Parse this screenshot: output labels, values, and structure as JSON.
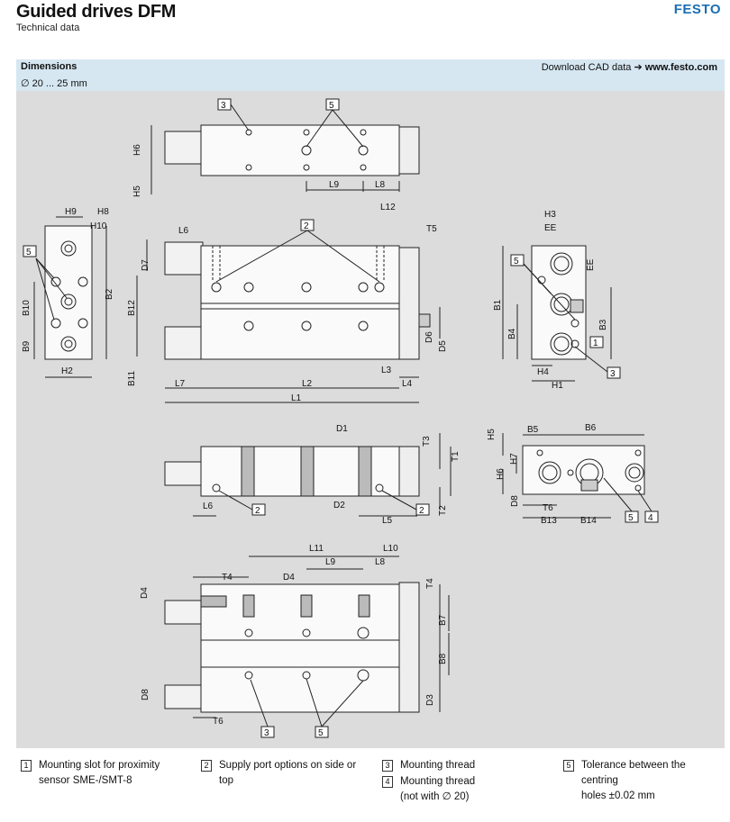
{
  "header": {
    "title": "Guided drives DFM",
    "subtitle": "Technical data",
    "logo": "FESTO"
  },
  "section": {
    "title": "Dimensions",
    "range": "∅ 20 ... 25 mm",
    "cad_prefix": "Download CAD data",
    "cad_url": "www.festo.com"
  },
  "dims": {
    "H6": "H6",
    "H5": "H5",
    "L9": "L9",
    "L8": "L8",
    "H9": "H9",
    "H8": "H8",
    "H10": "H10",
    "B10": "B10",
    "B9": "B9",
    "B2": "B2",
    "H2": "H2",
    "L6": "L6",
    "L12": "L12",
    "T5": "T5",
    "D7": "D7",
    "B12": "B12",
    "B11": "B11",
    "L7": "L7",
    "L2": "L2",
    "L1": "L1",
    "L3": "L3",
    "L4": "L4",
    "D6": "D6",
    "D5": "D5",
    "H3": "H3",
    "EE": "EE",
    "B1": "B1",
    "B4": "B4",
    "B3": "B3",
    "H4": "H4",
    "H1": "H1",
    "D1": "D1",
    "T3": "T3",
    "T1": "T1",
    "D2": "D2",
    "L5": "L5",
    "T2": "T2",
    "H7": "H7",
    "B5": "B5",
    "B6": "B6",
    "D8": "D8",
    "T6": "T6",
    "B13": "B13",
    "B14": "B14",
    "L11": "L11",
    "L10": "L10",
    "T4": "T4",
    "D4": "D4",
    "B7": "B7",
    "B8": "B8",
    "D3": "D3"
  },
  "callouts": {
    "c1": "1",
    "c2": "2",
    "c3": "3",
    "c4": "4",
    "c5": "5"
  },
  "legend": [
    {
      "num": "1",
      "text": "Mounting slot for proximity\nsensor SME-/SMT-8"
    },
    {
      "num": "2",
      "text": "Supply port options on side or\ntop"
    },
    {
      "num": "3",
      "text": "Mounting thread"
    },
    {
      "num": "4",
      "text": "Mounting thread\n(not with ∅ 20)"
    },
    {
      "num": "5",
      "text": "Tolerance between the centring\nholes ±0.02 mm"
    }
  ]
}
